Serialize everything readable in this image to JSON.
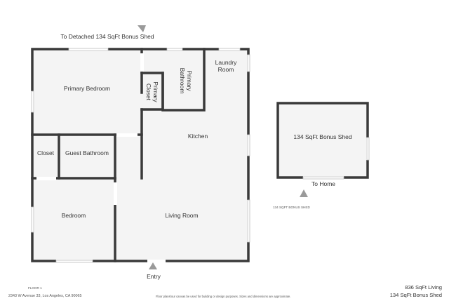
{
  "rooms": {
    "primary_bedroom": "Primary Bedroom",
    "primary_closet": "Primary Closet",
    "primary_bathroom": "Primary Bathroom",
    "laundry_room": "Laundry Room",
    "kitchen": "Kitchen",
    "closet": "Closet",
    "guest_bathroom": "Guest Bathroom",
    "bedroom": "Bedroom",
    "living_room": "Living Room",
    "bonus_shed": "134 SqFt Bonus Shed"
  },
  "annotations": {
    "to_shed": "To Detached 134 SqFt Bonus Shed",
    "to_home": "To Home",
    "entry": "Entry",
    "shed_caption": "134 SQFT BONUS SHED",
    "floor": "FLOOR 1",
    "address": "2343 W Avenue 33, Los Angeles, CA 90065",
    "disclaimer": "Floor plans/our canvas be used for building or design purposes. Sizes and dimensions are approximate.",
    "living_area": "836 SqFt Living",
    "shed_area": "134 SqFt Bonus Shed"
  },
  "colors": {
    "wall": "#3a3a3a",
    "floor": "#f4f4f4",
    "window": "#bdbdbd",
    "arrow": "#9a9a9a"
  }
}
